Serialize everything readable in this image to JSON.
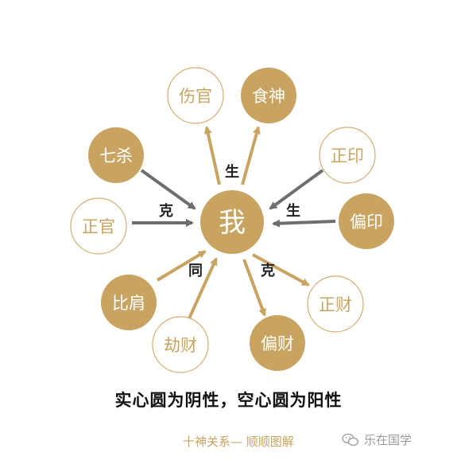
{
  "center": {
    "label": "我"
  },
  "nodes": [
    {
      "id": "shangguan",
      "label": "伤官",
      "fill": "hollow"
    },
    {
      "id": "shishen",
      "label": "食神",
      "fill": "solid"
    },
    {
      "id": "zhengyin",
      "label": "正印",
      "fill": "hollow"
    },
    {
      "id": "pianyin",
      "label": "偏印",
      "fill": "solid"
    },
    {
      "id": "zhengcai",
      "label": "正财",
      "fill": "hollow"
    },
    {
      "id": "piancai",
      "label": "偏财",
      "fill": "solid"
    },
    {
      "id": "jiecai",
      "label": "劫财",
      "fill": "hollow"
    },
    {
      "id": "bijian",
      "label": "比肩",
      "fill": "solid"
    },
    {
      "id": "zhengguan",
      "label": "正官",
      "fill": "hollow"
    },
    {
      "id": "qisha",
      "label": "七杀",
      "fill": "solid"
    }
  ],
  "relations": {
    "sheng_out": "生",
    "sheng_in": "生",
    "ke_in": "克",
    "ke_out": "克",
    "tong": "同"
  },
  "caption": "实心圆为阴性，空心圆为阳性",
  "footer": "十神关系— 顺顺图解",
  "watermark": {
    "text": "乐在国学",
    "icon": "wechat-icon"
  },
  "colors": {
    "gold": "#c9a461",
    "hollow_border": "#d3ae72",
    "hollow_text": "#c9a461",
    "solid_text": "#ffffff",
    "gray_arrow": "#6e6e6e",
    "caption": "#111111"
  }
}
